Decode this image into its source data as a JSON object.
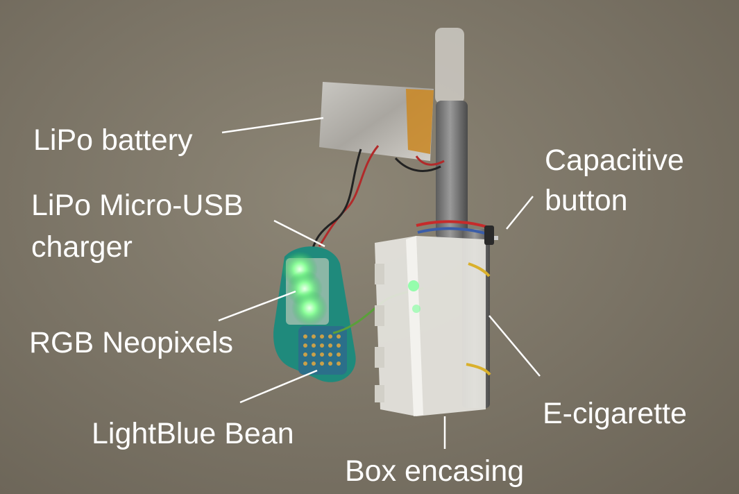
{
  "labels": {
    "lipo_battery": "LiPo battery",
    "lipo_charger_line1": "LiPo Micro-USB",
    "lipo_charger_line2": "charger",
    "neopixels": "RGB Neopixels",
    "bean": "LightBlue Bean",
    "capacitive_line1": "Capacitive",
    "capacitive_line2": "button",
    "ecigarette": "E-cigarette",
    "box": "Box encasing"
  }
}
